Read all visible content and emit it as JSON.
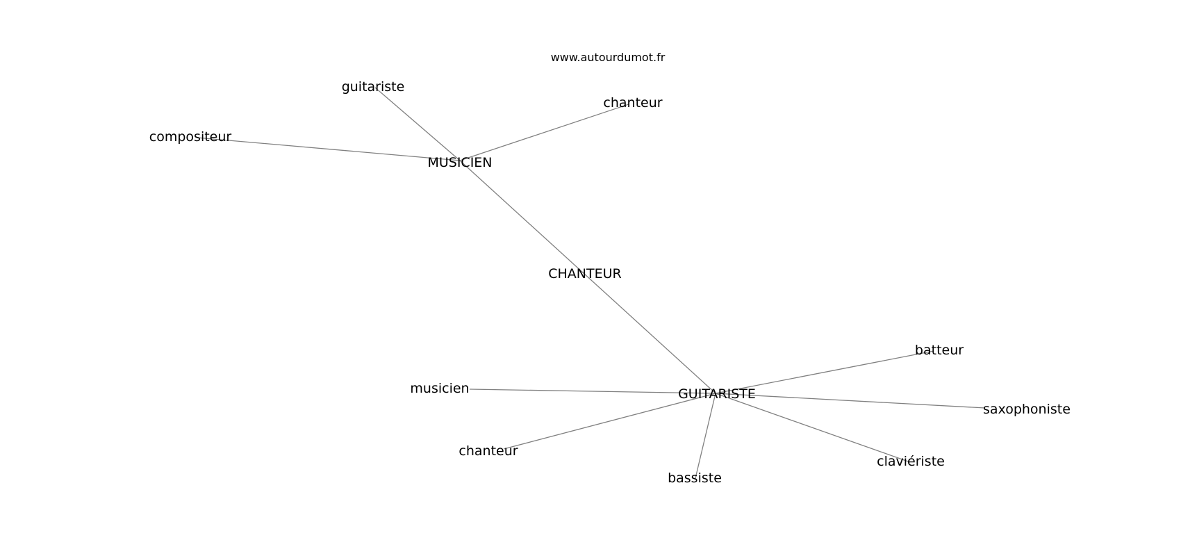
{
  "source_text": "www.autourdumot.fr",
  "nodes": [
    {
      "id": "chanteur_center",
      "label": "CHANTEUR"
    },
    {
      "id": "musicien_hub",
      "label": "MUSICIEN"
    },
    {
      "id": "guitariste_hub",
      "label": "GUITARISTE"
    },
    {
      "id": "guitariste_leaf",
      "label": "guitariste"
    },
    {
      "id": "compositeur",
      "label": "compositeur"
    },
    {
      "id": "chanteur_top",
      "label": "chanteur"
    },
    {
      "id": "batteur",
      "label": "batteur"
    },
    {
      "id": "musicien_leaf",
      "label": "musicien"
    },
    {
      "id": "saxophoniste",
      "label": "saxophoniste"
    },
    {
      "id": "chanteur_bottom",
      "label": "chanteur"
    },
    {
      "id": "clavieriste",
      "label": "claviériste"
    },
    {
      "id": "bassiste",
      "label": "bassiste"
    }
  ],
  "edges": [
    [
      "musicien_hub",
      "guitariste_hub"
    ],
    [
      "musicien_hub",
      "guitariste_leaf"
    ],
    [
      "musicien_hub",
      "compositeur"
    ],
    [
      "musicien_hub",
      "chanteur_top"
    ],
    [
      "guitariste_hub",
      "batteur"
    ],
    [
      "guitariste_hub",
      "musicien_leaf"
    ],
    [
      "guitariste_hub",
      "saxophoniste"
    ],
    [
      "guitariste_hub",
      "chanteur_bottom"
    ],
    [
      "guitariste_hub",
      "clavieriste"
    ],
    [
      "guitariste_hub",
      "bassiste"
    ]
  ]
}
